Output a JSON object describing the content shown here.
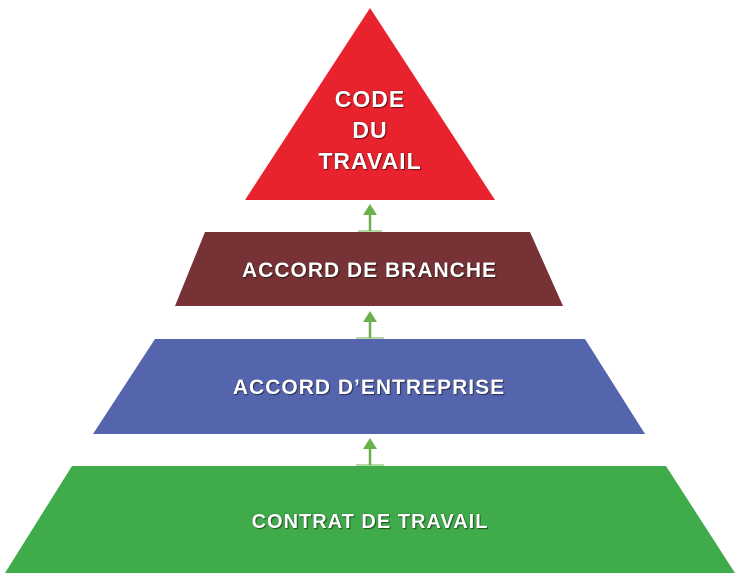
{
  "diagram": {
    "type": "hierarchy-pyramid",
    "levels": [
      {
        "label_lines": [
          "CODE",
          "DU",
          "TRAVAIL"
        ],
        "color": "#e8232d",
        "shape": "triangle"
      },
      {
        "label": "ACCORD DE BRANCHE",
        "color": "#763234",
        "shape": "trapezoid"
      },
      {
        "label": "ACCORD D’ENTREPRISE",
        "color": "#5565ad",
        "shape": "trapezoid"
      },
      {
        "label": "CONTRAT DE TRAVAIL",
        "color": "#3fab4a",
        "shape": "trapezoid"
      }
    ],
    "arrow_color": "#6ab04c",
    "arrows": [
      "up",
      "up",
      "up"
    ]
  }
}
